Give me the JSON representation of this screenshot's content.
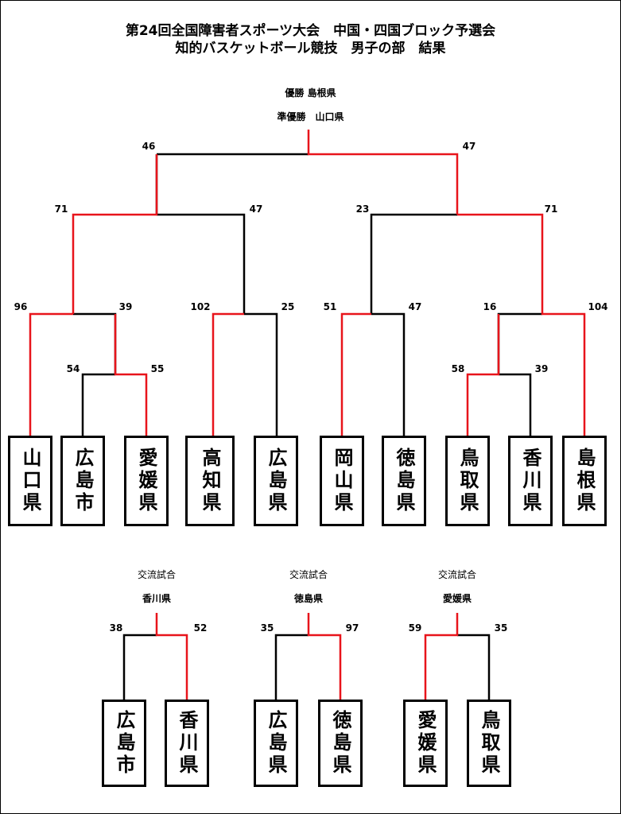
{
  "title": {
    "line1": "第24回全国障害者スポーツ大会　中国・四国ブロック予選会",
    "line2": "知的バスケットボール競技　男子の部　結果"
  },
  "winner": "優勝 島根県",
  "runner_up": "準優勝　山口県",
  "teams": [
    "山口県",
    "広島市",
    "愛媛県",
    "高知県",
    "広島県",
    "岡山県",
    "徳島県",
    "鳥取県",
    "香川県",
    "島根県"
  ],
  "scores": {
    "final_left": "46",
    "final_right": "47",
    "semi_left_a": "71",
    "semi_left_b": "47",
    "semi_right_a": "23",
    "semi_right_b": "71",
    "qf1_a": "96",
    "qf1_b": "39",
    "qf2_a": "102",
    "qf2_b": "25",
    "qf3_a": "51",
    "qf3_b": "47",
    "qf4_a": "16",
    "qf4_b": "104",
    "r1_left_a": "54",
    "r1_left_b": "55",
    "r1_right_a": "58",
    "r1_right_b": "39"
  },
  "exchange": [
    {
      "label": "交流試合",
      "winner": "香川県",
      "score_left": "38",
      "score_right": "52",
      "team_left": "広島市",
      "team_right": "香川県"
    },
    {
      "label": "交流試合",
      "winner": "徳島県",
      "score_left": "35",
      "score_right": "97",
      "team_left": "広島県",
      "team_right": "徳島県"
    },
    {
      "label": "交流試合",
      "winner": "愛媛県",
      "score_left": "59",
      "score_right": "35",
      "team_left": "愛媛県",
      "team_right": "鳥取県"
    }
  ],
  "colors": {
    "win_line": "#e8141b",
    "lose_line": "#000000"
  }
}
